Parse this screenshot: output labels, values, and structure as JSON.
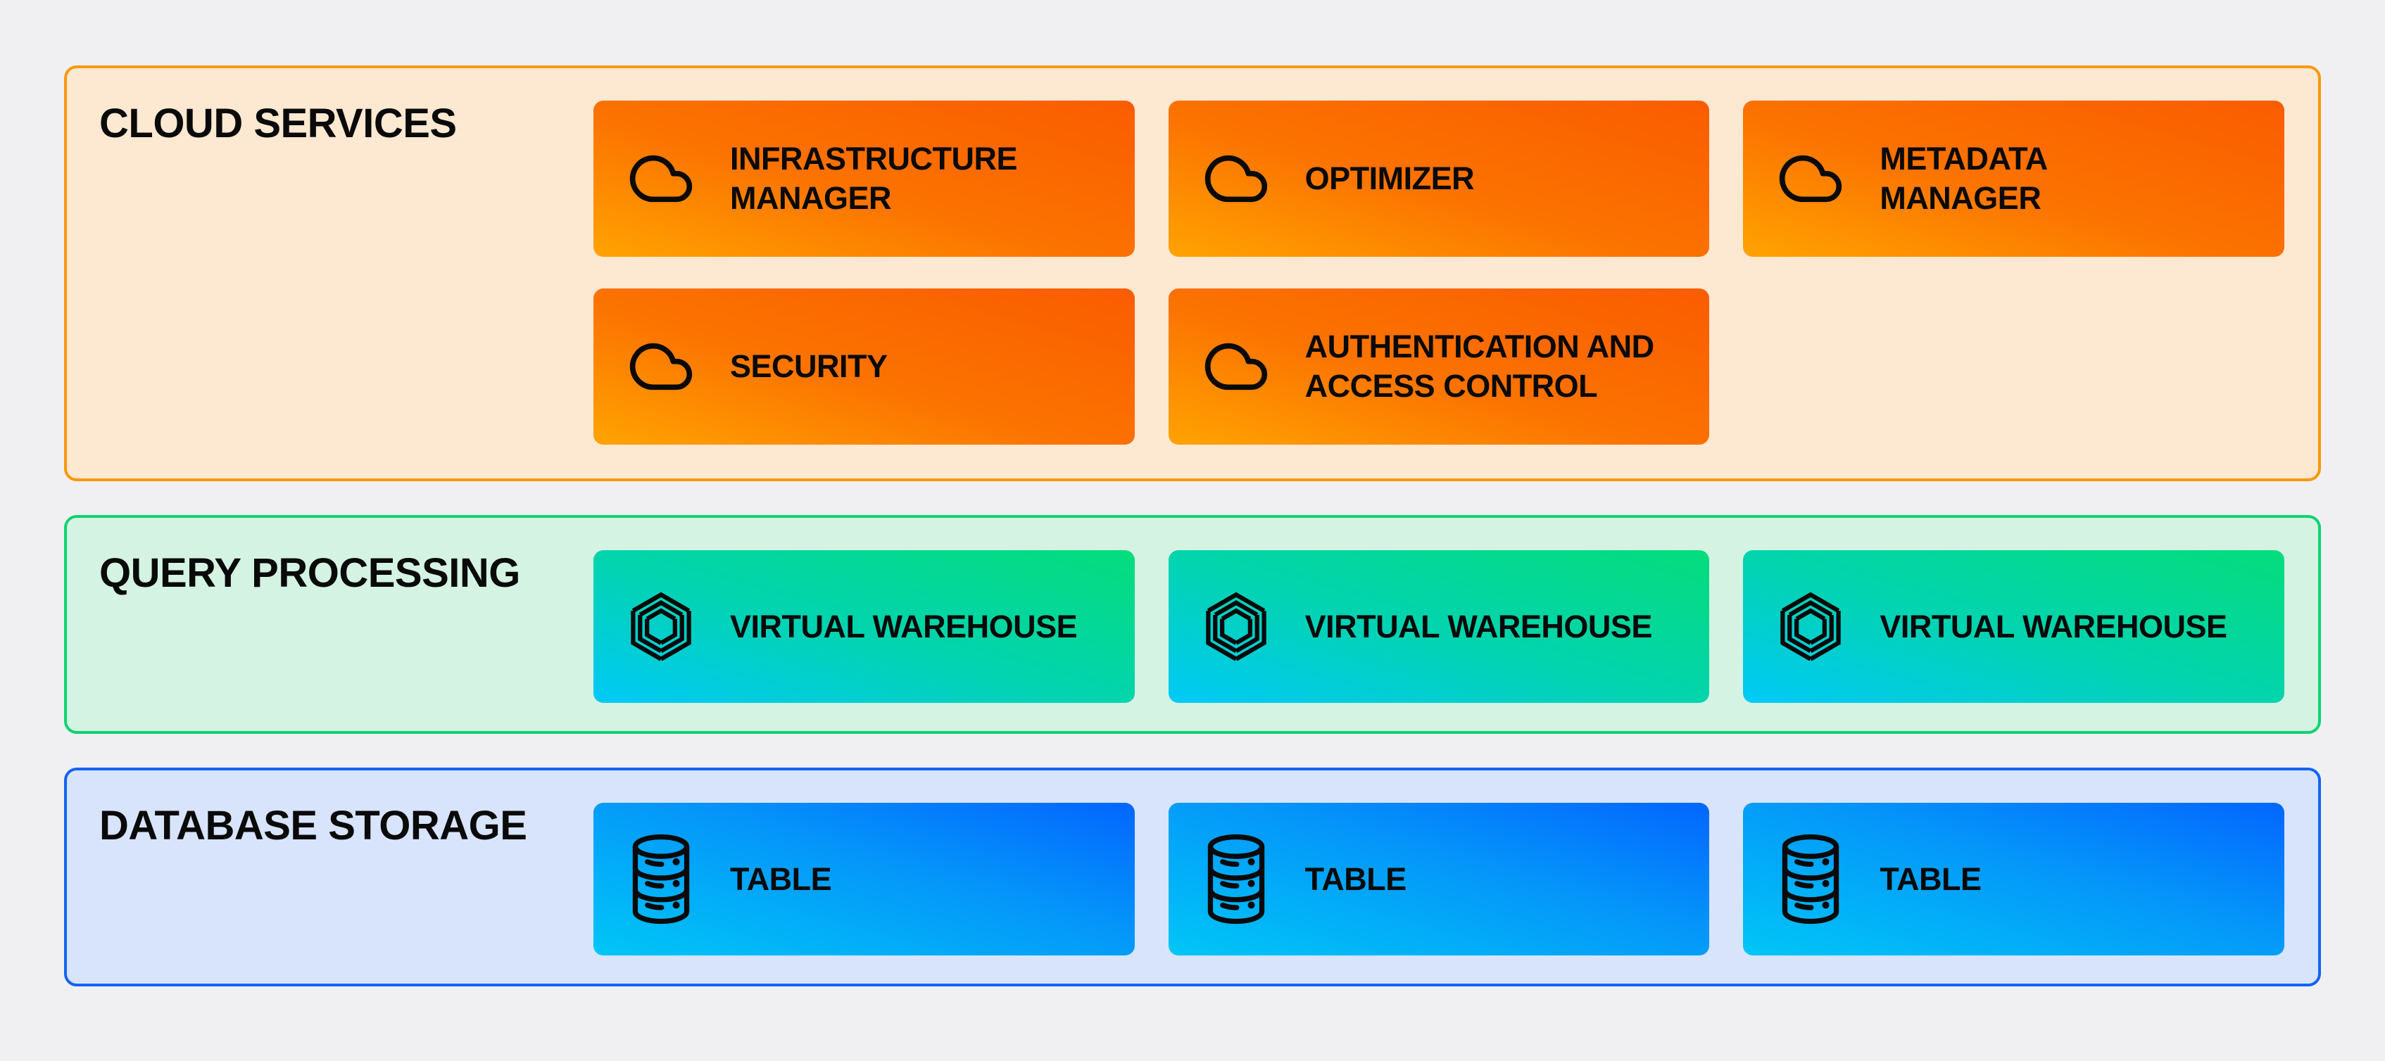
{
  "diagram": {
    "background": "#f0f0f2",
    "text_color": "#0a0a0a",
    "layers": [
      {
        "id": "cloud-services",
        "title": "CLOUD SERVICES",
        "panel_bg": "#fde8d2",
        "panel_border": "#f8990b",
        "box_gradient_start": "#ffa300",
        "box_gradient_end": "#fa5c00",
        "icon": "cloud-icon",
        "boxes": [
          {
            "label": "INFRASTRUCTURE\nMANAGER"
          },
          {
            "label": "OPTIMIZER"
          },
          {
            "label": "METADATA\nMANAGER"
          },
          {
            "label": "SECURITY"
          },
          {
            "label": "AUTHENTICATION AND\nACCESS CONTROL"
          }
        ]
      },
      {
        "id": "query-processing",
        "title": "QUERY PROCESSING",
        "panel_bg": "#d4f3e3",
        "panel_border": "#0fd373",
        "box_gradient_start": "#00c9f7",
        "box_gradient_end": "#05dc7b",
        "icon": "virtual-warehouse-icon",
        "boxes": [
          {
            "label": "VIRTUAL WAREHOUSE"
          },
          {
            "label": "VIRTUAL WAREHOUSE"
          },
          {
            "label": "VIRTUAL WAREHOUSE"
          }
        ]
      },
      {
        "id": "database-storage",
        "title": "DATABASE STORAGE",
        "panel_bg": "#d8e4fb",
        "panel_border": "#1264f2",
        "box_gradient_start": "#00c6f6",
        "box_gradient_end": "#0366fe",
        "icon": "database-icon",
        "boxes": [
          {
            "label": "TABLE"
          },
          {
            "label": "TABLE"
          },
          {
            "label": "TABLE"
          }
        ]
      }
    ]
  }
}
